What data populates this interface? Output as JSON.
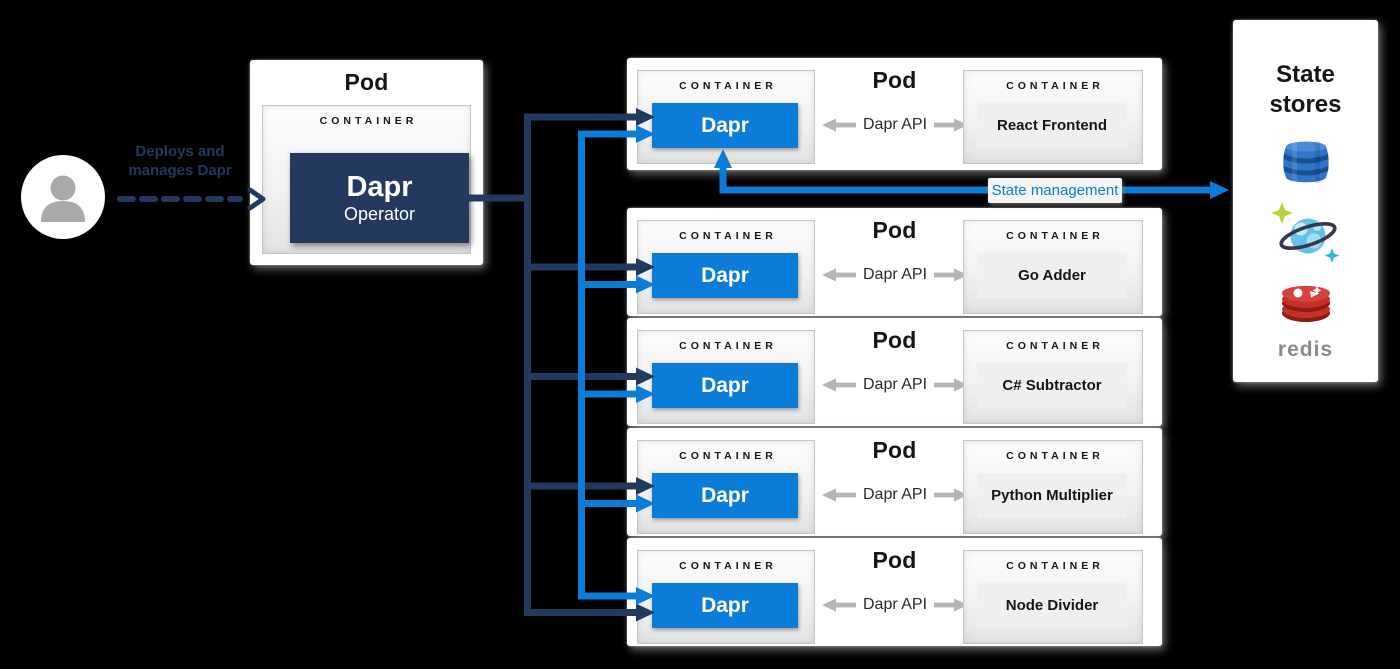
{
  "actor": {
    "caption_line1": "Deploys and",
    "caption_line2": "manages Dapr"
  },
  "operator_pod": {
    "title": "Pod",
    "container_label": "CONTAINER",
    "box_title": "Dapr",
    "box_subtitle": "Operator"
  },
  "pods": [
    {
      "title": "Pod",
      "container_label": "CONTAINER",
      "sidecar_label": "Dapr",
      "api_label": "Dapr API",
      "app_container_label": "CONTAINER",
      "app_name": "React Frontend"
    },
    {
      "title": "Pod",
      "container_label": "CONTAINER",
      "sidecar_label": "Dapr",
      "api_label": "Dapr API",
      "app_container_label": "CONTAINER",
      "app_name": "Go Adder"
    },
    {
      "title": "Pod",
      "container_label": "CONTAINER",
      "sidecar_label": "Dapr",
      "api_label": "Dapr API",
      "app_container_label": "CONTAINER",
      "app_name": "C# Subtractor"
    },
    {
      "title": "Pod",
      "container_label": "CONTAINER",
      "sidecar_label": "Dapr",
      "api_label": "Dapr API",
      "app_container_label": "CONTAINER",
      "app_name": "Python Multiplier"
    },
    {
      "title": "Pod",
      "container_label": "CONTAINER",
      "sidecar_label": "Dapr",
      "api_label": "Dapr API",
      "app_container_label": "CONTAINER",
      "app_name": "Node Divider"
    }
  ],
  "connections": {
    "state_management_label": "State management"
  },
  "state_stores": {
    "title_line1": "State",
    "title_line2": "stores",
    "icons": [
      "dynamodb-icon",
      "cosmosdb-icon",
      "redis-icon"
    ],
    "redis_label": "redis"
  },
  "colors": {
    "navy": "#24395e",
    "dapr_blue": "#0b7cd8",
    "api_arrow_gray": "#b5b5b5",
    "state_label_blue": "#0a7cd8",
    "background": "#000000"
  }
}
